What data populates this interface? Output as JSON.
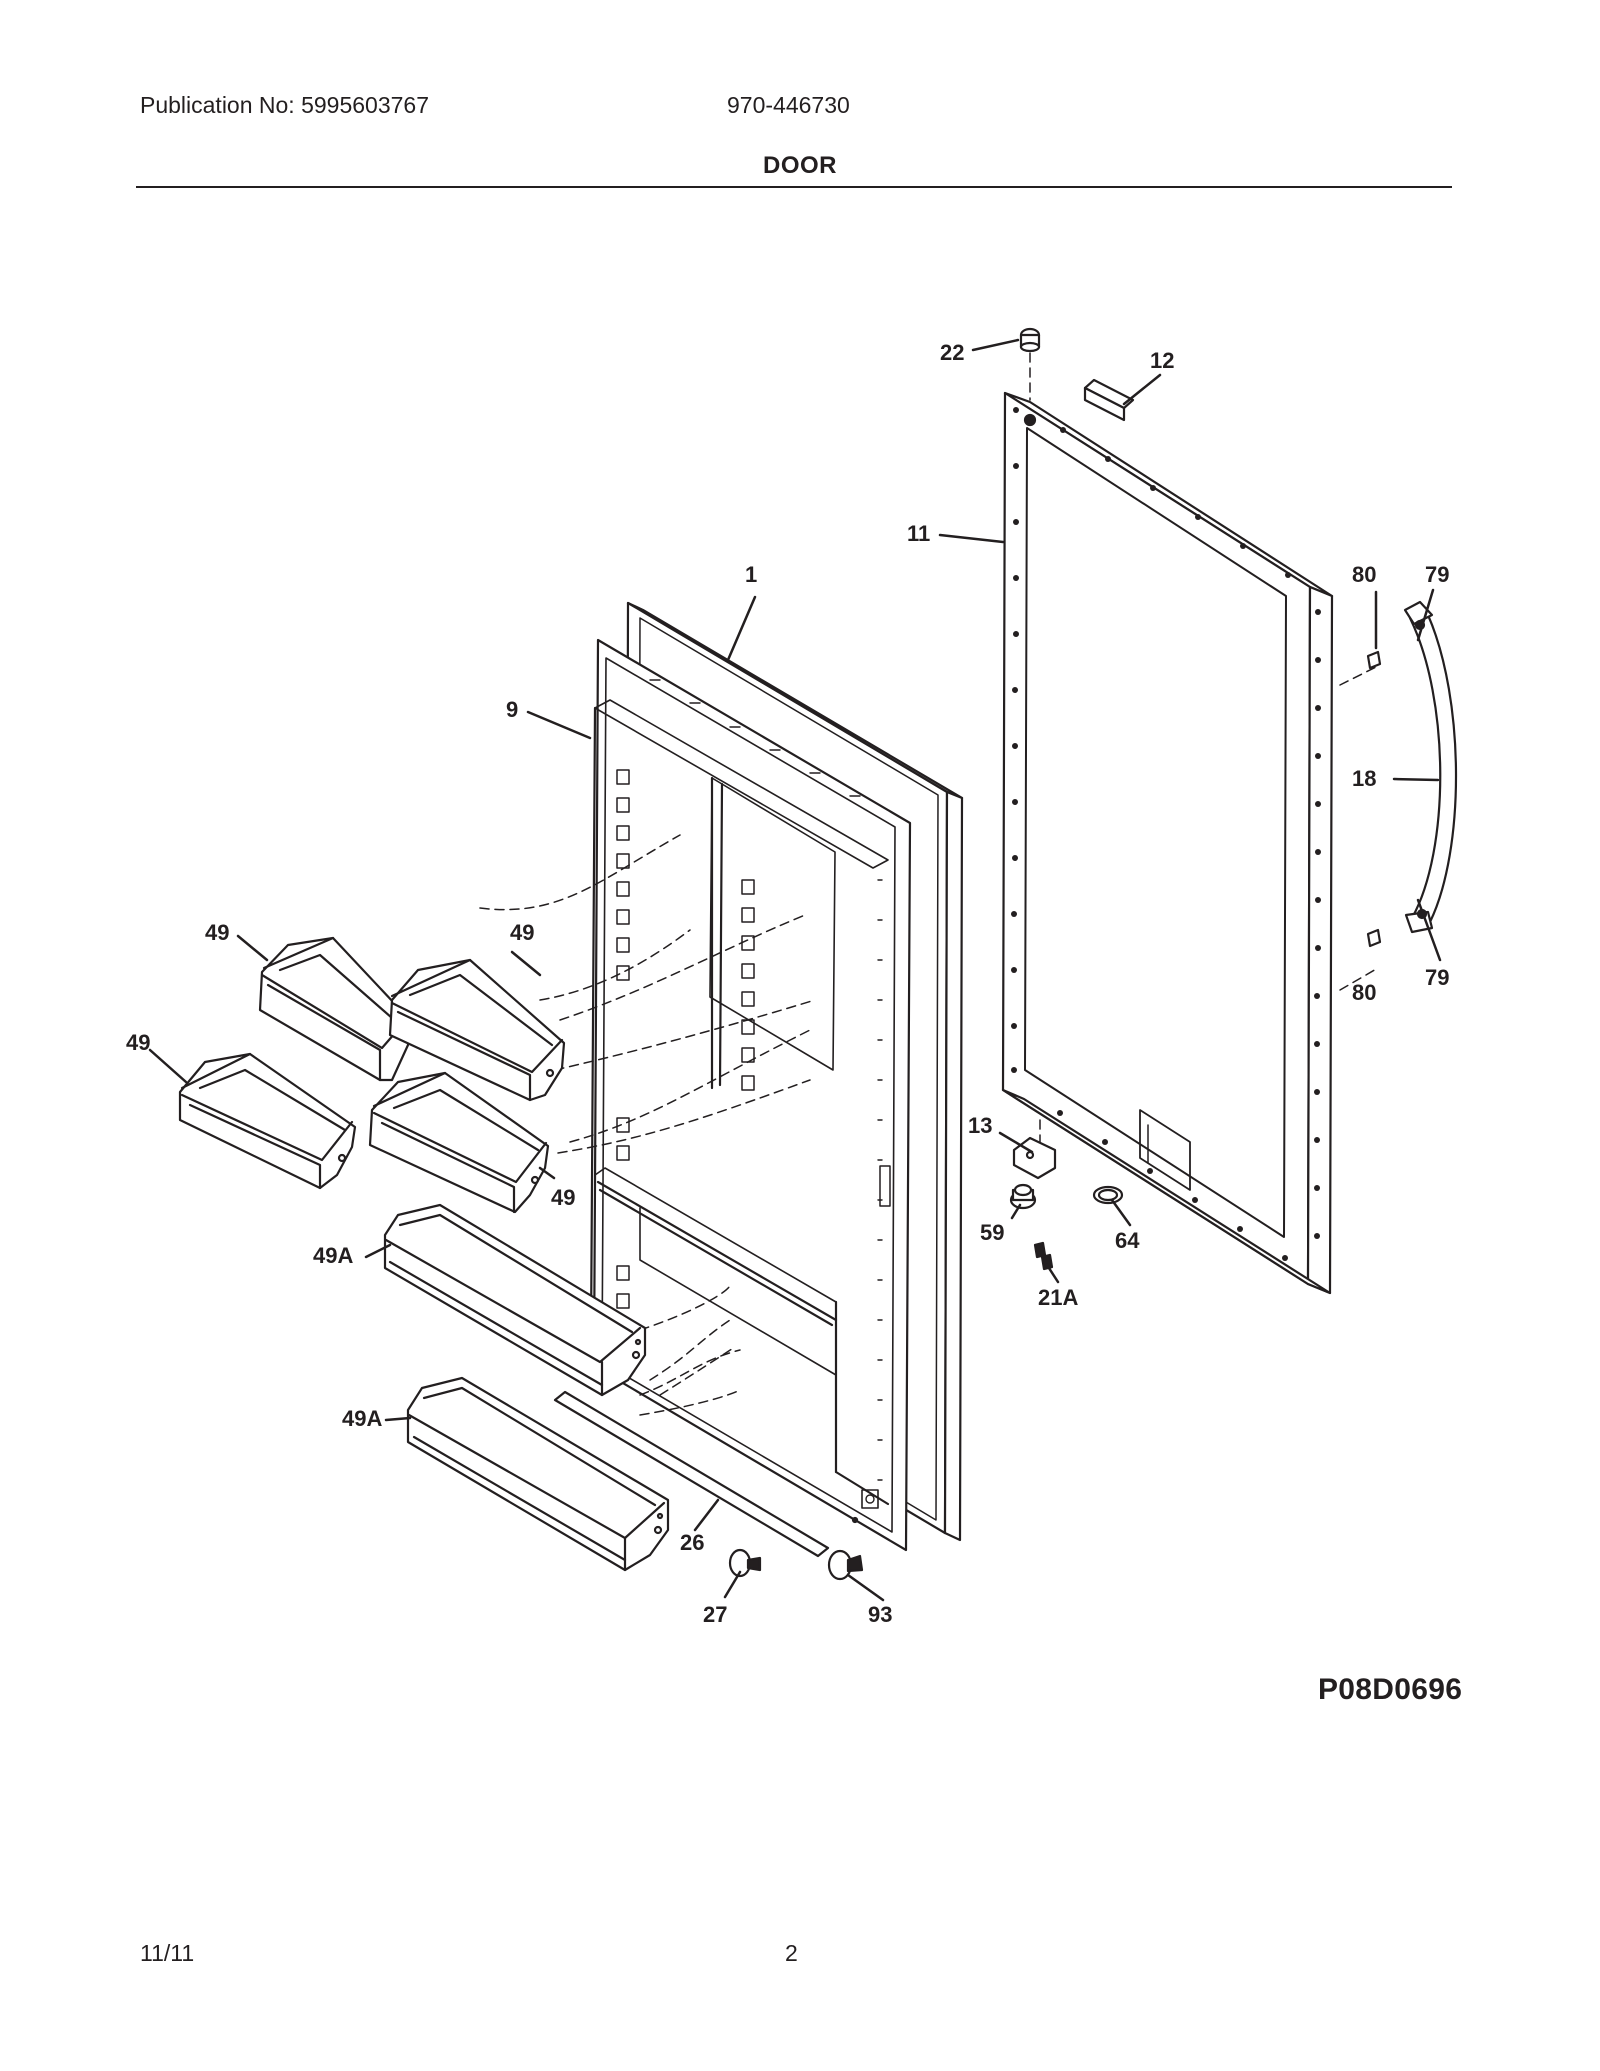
{
  "header": {
    "publication": "Publication No: 5995603767",
    "model": "970-446730",
    "section_title": "DOOR"
  },
  "diagram": {
    "code": "P08D0696",
    "callouts": {
      "c1": "1",
      "c9": "9",
      "c11": "11",
      "c12": "12",
      "c13": "13",
      "c18": "18",
      "c21a": "21A",
      "c22": "22",
      "c26": "26",
      "c27": "27",
      "c49_a": "49",
      "c49_b": "49",
      "c49_c": "49",
      "c49_d": "49",
      "c49a_a": "49A",
      "c49a_b": "49A",
      "c59": "59",
      "c64": "64",
      "c79_a": "79",
      "c79_b": "79",
      "c80_a": "80",
      "c80_b": "80",
      "c93": "93"
    }
  },
  "footer": {
    "date": "11/11",
    "page": "2"
  }
}
